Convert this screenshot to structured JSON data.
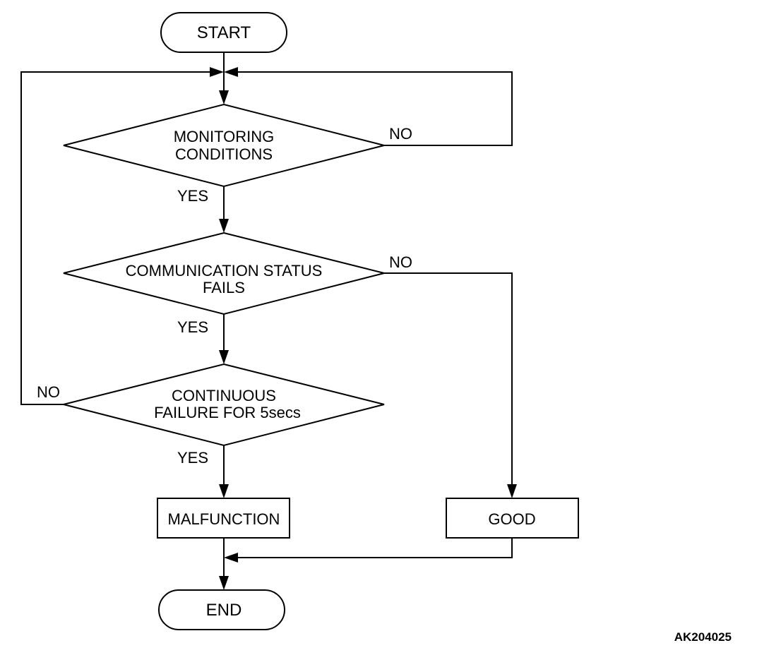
{
  "terminals": {
    "start": "START",
    "end": "END"
  },
  "decisions": [
    {
      "line1": "MONITORING",
      "line2": "CONDITIONS"
    },
    {
      "line1": "COMMUNICATION STATUS",
      "line2": "FAILS"
    },
    {
      "line1": "CONTINUOUS",
      "line2": "FAILURE FOR 5secs"
    }
  ],
  "processes": {
    "malfunction": "MALFUNCTION",
    "good": "GOOD"
  },
  "branch_labels": {
    "d1_yes": "YES",
    "d1_no": "NO",
    "d2_yes": "YES",
    "d2_no": "NO",
    "d3_yes": "YES",
    "d3_no": "NO"
  },
  "figure_code": "AK204025"
}
